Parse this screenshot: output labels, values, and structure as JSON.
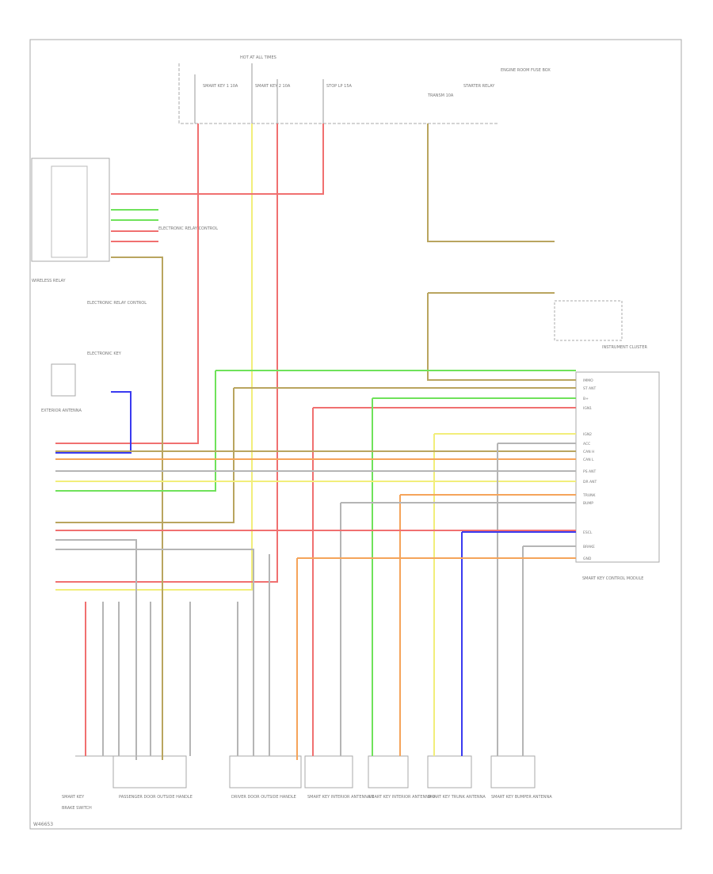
{
  "title": "",
  "footer": {
    "code": "W46653"
  },
  "colors": {
    "red": "#f07070",
    "yellow": "#f2ee7a",
    "green": "#6fe25a",
    "blue": "#3a3af0",
    "orange": "#f5a45a",
    "olive": "#b9a55f",
    "gray": "#b5b5b5",
    "black": "#555555",
    "frame": "#aaaaaa"
  },
  "labels": {
    "top_junction": "HOT AT ALL TIMES",
    "fuse_box": "ENGINE ROOM FUSE BOX",
    "fuse_1": "SMART KEY 1 10A",
    "fuse_2": "SMART KEY 2 10A",
    "fuse_3": "STOP LP 15A",
    "fuse_4": "TRANSM 10A",
    "fuse_5": "STARTER RELAY",
    "relay_box": "WIRELESS RELAY",
    "relay_note": "ELECTRONIC RELAY CONTROL",
    "ignition": "ELECTRONIC KEY",
    "blue_group": "EXTERIOR ANTENNA",
    "cluster_a": "INSTRUMENT CLUSTER",
    "smart_key_unit": "SMART KEY CONTROL MODULE",
    "bottom_1": "SMART KEY",
    "bottom_1b": "BRAKE SWITCH",
    "bottom_2": "PASSENGER DOOR OUTSIDE HANDLE",
    "bottom_3": "DRIVER DOOR OUTSIDE HANDLE",
    "bottom_4": "SMART KEY INTERIOR ANTENNA 1",
    "bottom_5": "SMART KEY INTERIOR ANTENNA 2",
    "bottom_6": "SMART KEY TRUNK ANTENNA",
    "bottom_7": "SMART KEY BUMPER ANTENNA"
  },
  "connectors_right": [
    "IMMO",
    "ST ANT",
    "B+",
    "IGN1",
    "IGN2",
    "ACC",
    "CAN H",
    "CAN L",
    "PS ANT",
    "DR ANT",
    "TRUNK",
    "BUMP",
    "ESCL",
    "BRAKE",
    "GND"
  ]
}
